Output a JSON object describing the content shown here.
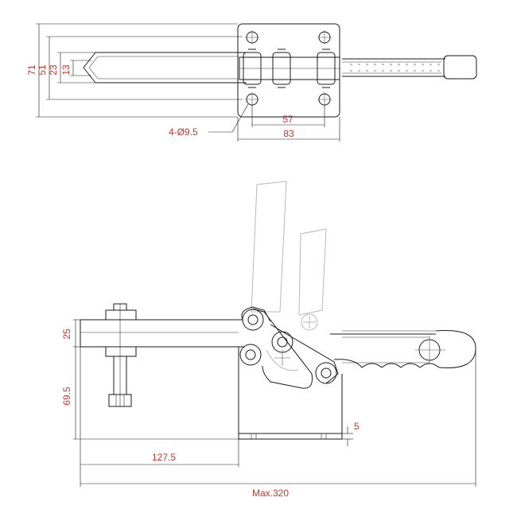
{
  "top_view": {
    "dims": {
      "w71": "71",
      "w51": "51",
      "w23": "23",
      "w13": "13",
      "holes": "4-Ø9.5",
      "w57": "57",
      "w83": "83"
    }
  },
  "side_view": {
    "dims": {
      "h25": "25",
      "h69": "69.5",
      "h5": "5",
      "l127": "127.5",
      "max": "Max.320"
    }
  },
  "colors": {
    "dimension_text": "#c0392b",
    "lines": "#1a1a1a",
    "ghost": "#b8b8b8"
  }
}
